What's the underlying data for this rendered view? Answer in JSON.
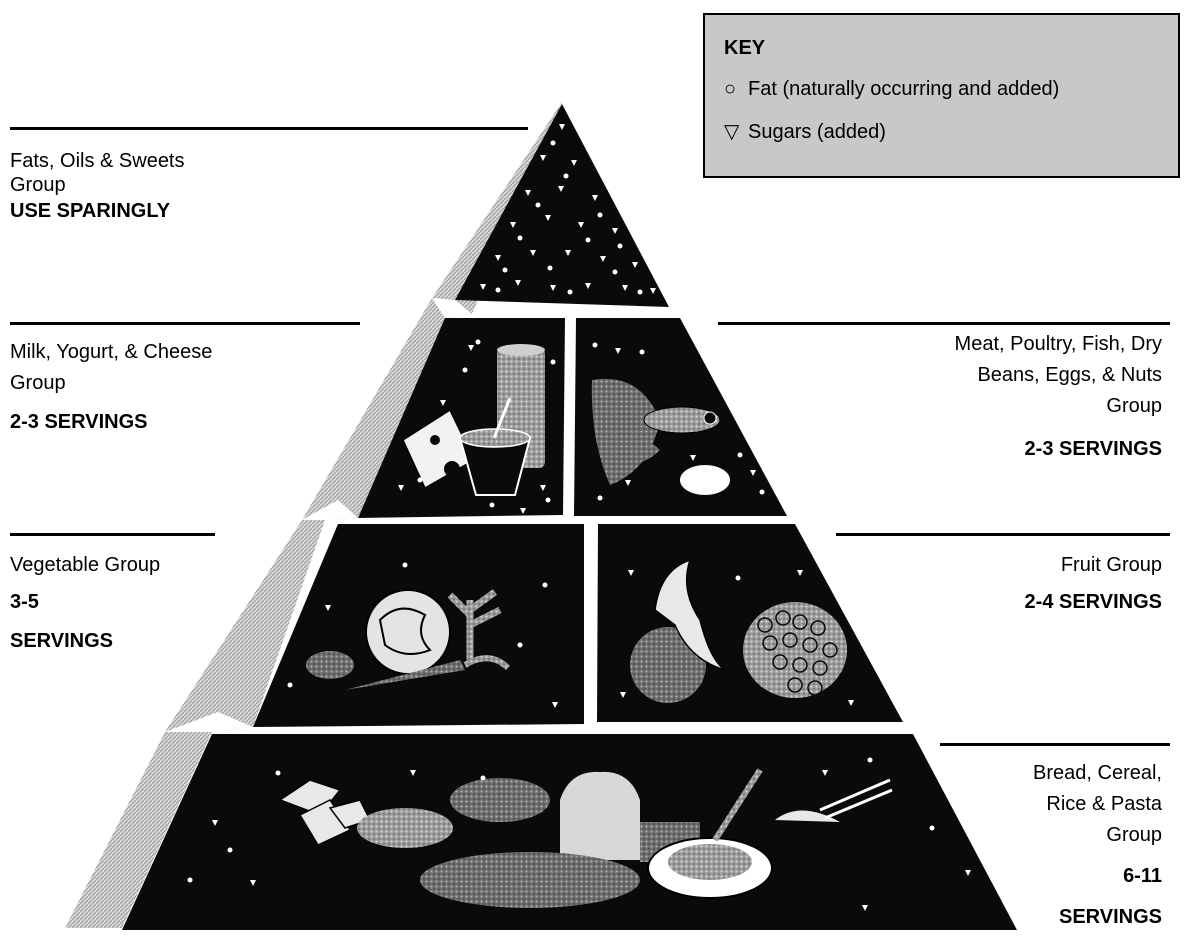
{
  "key": {
    "title": "KEY",
    "fat_symbol": "○",
    "fat_label": "Fat (naturally occurring and added)",
    "sugar_symbol": "▽",
    "sugar_label": "Sugars (added)"
  },
  "groups": {
    "fats": {
      "line1": "Fats, Oils & Sweets",
      "line2": "Group",
      "servings": "USE SPARINGLY"
    },
    "milk": {
      "line1": "Milk, Yogurt, & Cheese",
      "line2": "Group",
      "servings": "2-3 SERVINGS"
    },
    "meat": {
      "line1": "Meat, Poultry, Fish, Dry",
      "line2": "Beans, Eggs, & Nuts",
      "line3": "Group",
      "servings": "2-3 SERVINGS"
    },
    "vegetable": {
      "line1": "Vegetable Group",
      "servings_line1": "3-5",
      "servings_line2": "SERVINGS"
    },
    "fruit": {
      "line1": "Fruit Group",
      "servings": "2-4 SERVINGS"
    },
    "bread": {
      "line1": "Bread, Cereal,",
      "line2": "Rice & Pasta",
      "line3": "Group",
      "servings_line1": "6-11",
      "servings_line2": "SERVINGS"
    }
  },
  "colors": {
    "tier": "#0a0a0a",
    "side_shade": "#bdbdbd",
    "key_background": "#c8c8c8"
  }
}
